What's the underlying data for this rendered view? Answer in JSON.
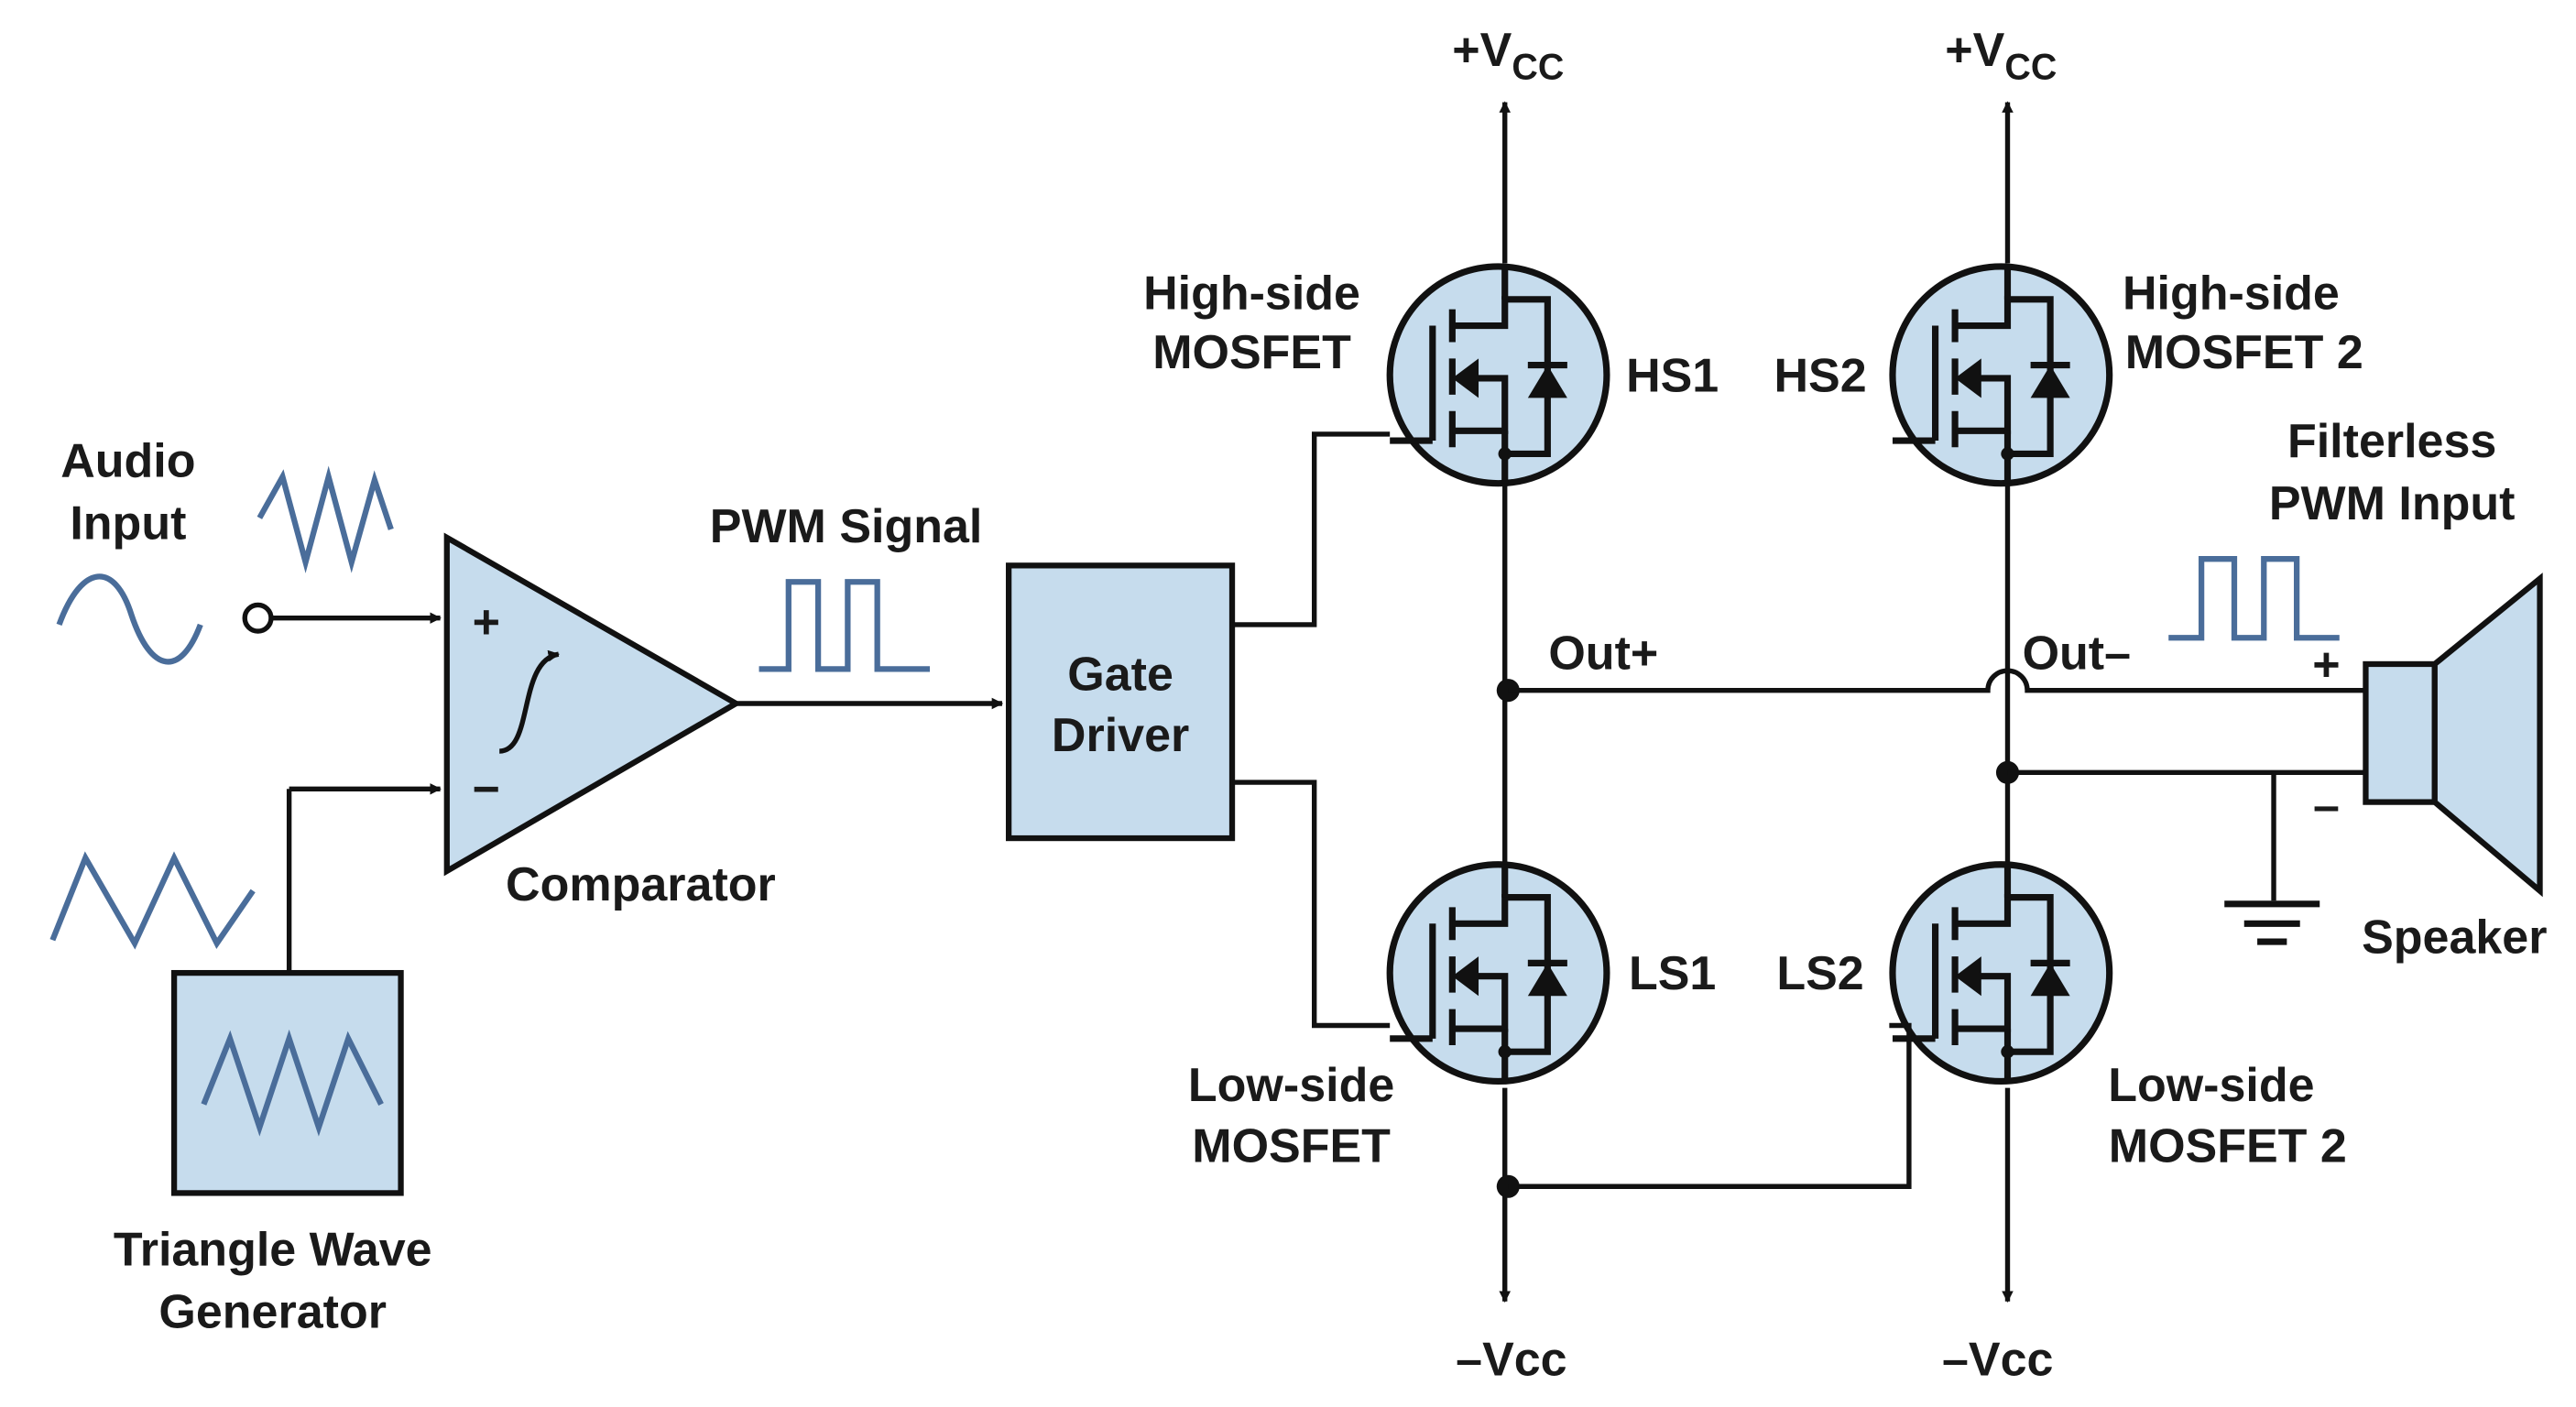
{
  "title": "Class-D Amplifier H-Bridge with Comparator PWM Modulation",
  "colors": {
    "component_fill": "#c6dced",
    "waveform": "#4a6d9a",
    "wire": "#111111"
  },
  "labels": {
    "audio_input_1": "Audio",
    "audio_input_2": "Input",
    "comparator": "Comparator",
    "comparator_plus": "+",
    "comparator_minus": "−",
    "triangle_gen_1": "Triangle Wave",
    "triangle_gen_2": "Generator",
    "pwm_signal": "PWM Signal",
    "gate_driver_1": "Gate",
    "gate_driver_2": "Driver",
    "vcc_pos": "+V",
    "vcc_pos_sub": "CC",
    "vcc_neg": "–Vcc",
    "hs_mosfet_1": "High-side",
    "hs_mosfet_2": "MOSFET",
    "hs2_mosfet_1": "High-side",
    "hs2_mosfet_2": "MOSFET 2",
    "ls_mosfet_1": "Low-side",
    "ls_mosfet_2": "MOSFET",
    "ls2_mosfet_1": "Low-side",
    "ls2_mosfet_2": "MOSFET 2",
    "hs1": "HS1",
    "hs2": "HS2",
    "ls1": "LS1",
    "ls2": "LS2",
    "out_plus": "Out+",
    "out_minus": "Out–",
    "filterless_1": "Filterless",
    "filterless_2": "PWM Input",
    "speaker": "Speaker",
    "spk_plus": "+",
    "spk_minus": "–"
  }
}
